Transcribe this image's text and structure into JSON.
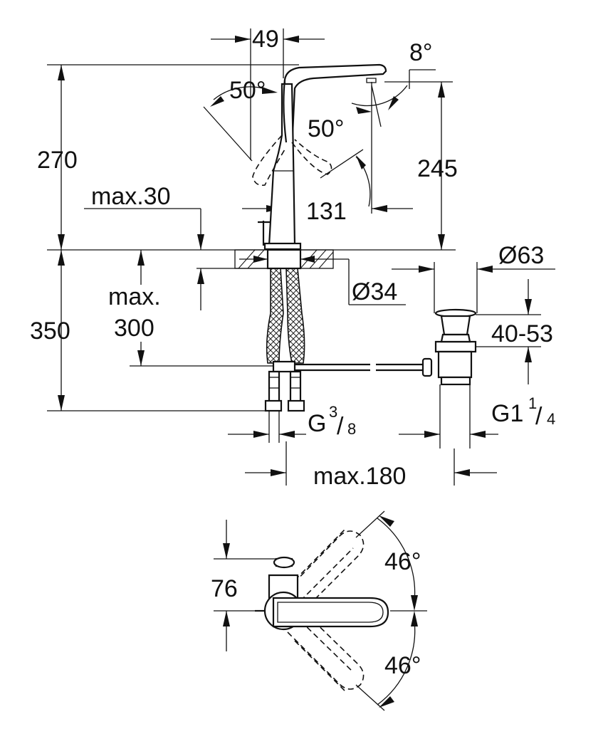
{
  "side_view": {
    "dim_spout_reach": "49",
    "dim_spout_angle": "8°",
    "dim_lever_angle_left": "50°",
    "dim_lever_angle_right": "50°",
    "dim_total_height": "270",
    "dim_spout_height": "245",
    "dim_max_thickness": "max.30",
    "dim_outlet_offset": "131",
    "dim_hole_diameter": "Ø34",
    "dim_below_deck": "350",
    "dim_max_300_line1": "max.",
    "dim_max_300_line2": "300",
    "dim_drain_diameter": "Ø63",
    "dim_drain_range": "40-53",
    "dim_thread_base": "G",
    "dim_thread_num": "3",
    "dim_thread_den": "8",
    "dim_drain_thread_base": "G1",
    "dim_drain_thread_num": "1",
    "dim_drain_thread_den": "4",
    "dim_max_reach": "max.180"
  },
  "top_view": {
    "dim_depth": "76",
    "dim_swivel_up": "46°",
    "dim_swivel_down": "46°"
  }
}
